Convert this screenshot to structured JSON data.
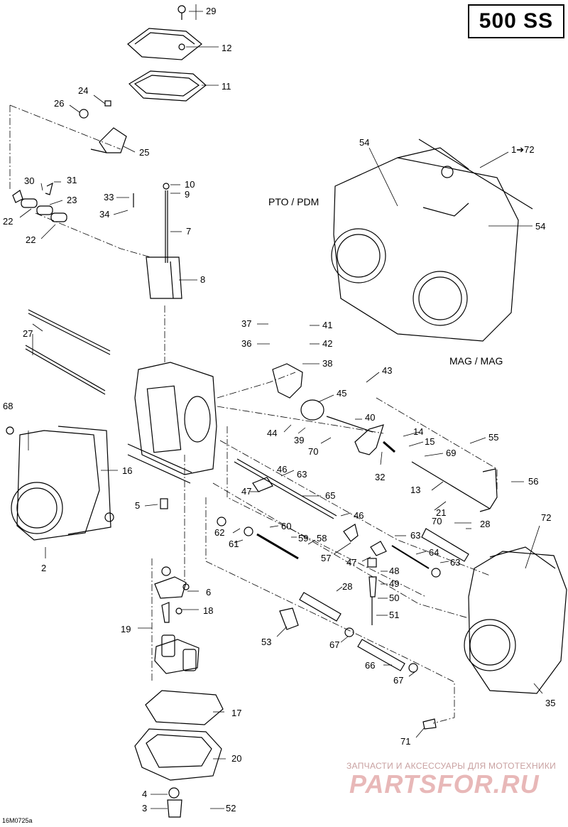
{
  "title": "500 SS",
  "labels": {
    "pto": "PTO / PDM",
    "mag": "MAG / MAG"
  },
  "watermark": {
    "tagline": "ЗАПЧАСТИ И АКСЕССУАРЫ ДЛЯ МОТОТЕХНИКИ",
    "logo": "PARTSFOR.RU"
  },
  "figure_ref": "16M0725a",
  "callouts": [
    "29",
    "12",
    "11",
    "24",
    "26",
    "25",
    "30",
    "31",
    "23",
    "22",
    "22",
    "10",
    "9",
    "33",
    "34",
    "7",
    "8",
    "1➔72",
    "54",
    "54",
    "37",
    "41",
    "36",
    "42",
    "38",
    "43",
    "45",
    "27",
    "40",
    "44",
    "39",
    "70",
    "14",
    "15",
    "32",
    "69",
    "13",
    "55",
    "56",
    "68",
    "16",
    "5",
    "46",
    "63",
    "47",
    "65",
    "46",
    "62",
    "60",
    "61",
    "59",
    "58",
    "57",
    "47",
    "63",
    "64",
    "48",
    "63",
    "21",
    "70",
    "28",
    "49",
    "50",
    "51",
    "28",
    "53",
    "67",
    "66",
    "67",
    "2",
    "6",
    "18",
    "19",
    "17",
    "20",
    "4",
    "3",
    "52",
    "71",
    "72",
    "35"
  ]
}
